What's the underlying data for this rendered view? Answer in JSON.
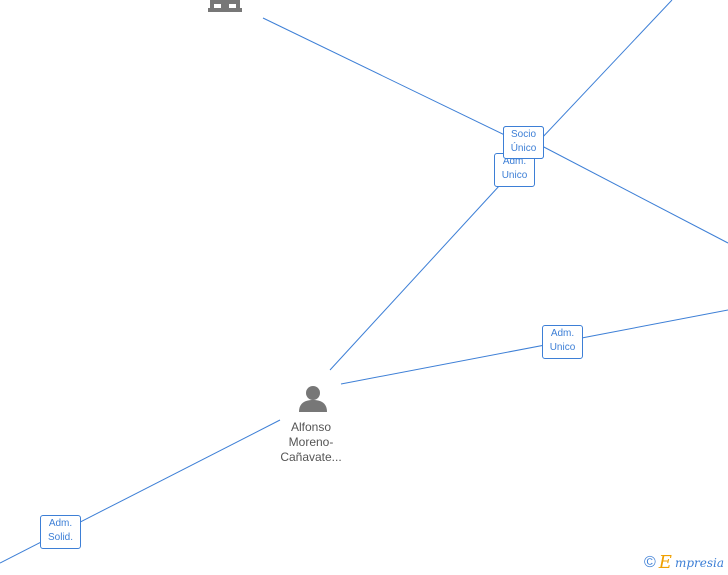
{
  "nodes": {
    "person": {
      "label_lines": [
        "Alfonso",
        "Moreno-",
        "Cañavate..."
      ],
      "icon": "person-icon"
    },
    "company": {
      "icon": "building-icon"
    }
  },
  "relations": {
    "socio_unico": [
      "Socio",
      "Único"
    ],
    "adm_unico_top": [
      "Adm.",
      "Unico"
    ],
    "adm_unico_mid": [
      "Adm.",
      "Unico"
    ],
    "adm_solid": [
      "Adm.",
      "Solid."
    ]
  },
  "branding": {
    "copyright_symbol": "©",
    "brand_initial": "E",
    "brand_rest": "mpresia"
  },
  "colors": {
    "edge": "#3d7fd6",
    "icon": "#777777",
    "brand_accent": "#f0a000"
  }
}
